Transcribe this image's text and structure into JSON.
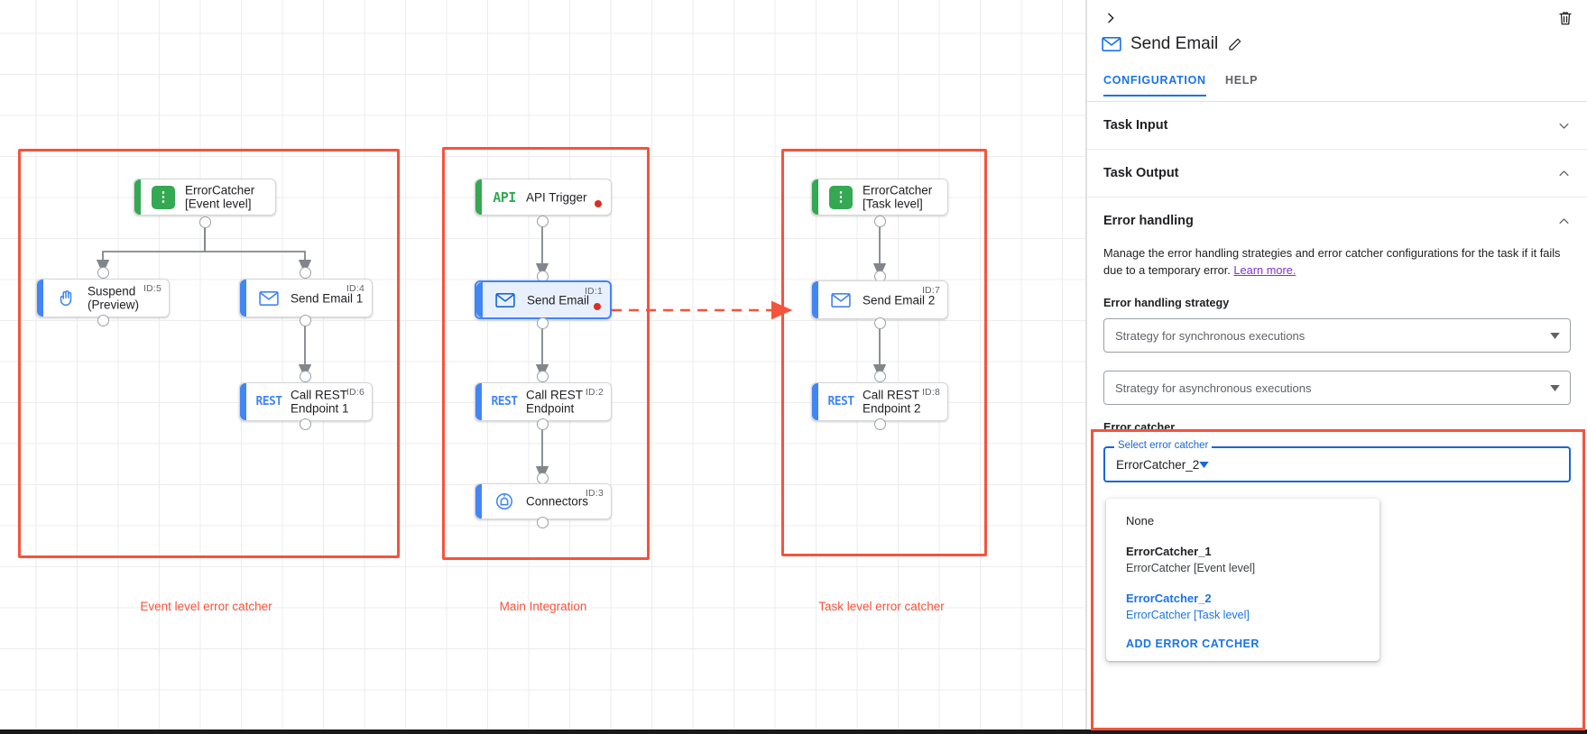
{
  "canvas": {
    "groups": [
      {
        "id": "event-level",
        "caption": "Event level error catcher"
      },
      {
        "id": "main-integration",
        "caption": "Main Integration"
      },
      {
        "id": "task-level",
        "caption": "Task level error catcher"
      }
    ],
    "nodes": [
      {
        "key": "errorcatcher_event",
        "label": "ErrorCatcher\n[Event level]",
        "icon": "error-catcher-icon",
        "id_label": "",
        "accent": "green",
        "selected": false,
        "error_dot": false
      },
      {
        "key": "suspend_preview",
        "label": "Suspend\n(Preview)",
        "icon": "suspend-hand-icon",
        "id_label": "ID:5",
        "accent": "blue",
        "selected": false,
        "error_dot": false
      },
      {
        "key": "send_email_1",
        "label": "Send Email 1",
        "icon": "email-icon",
        "id_label": "ID:4",
        "accent": "blue",
        "selected": false,
        "error_dot": false
      },
      {
        "key": "call_rest_endpoint_1",
        "label": "Call REST\nEndpoint 1",
        "icon": "rest-icon",
        "id_label": "ID:6",
        "accent": "blue",
        "selected": false,
        "error_dot": false
      },
      {
        "key": "api_trigger",
        "label": "API Trigger",
        "icon": "api-icon",
        "id_label": "",
        "accent": "green",
        "selected": false,
        "error_dot": true
      },
      {
        "key": "send_email",
        "label": "Send Email",
        "icon": "email-icon",
        "id_label": "ID:1",
        "accent": "blue",
        "selected": true,
        "error_dot": true
      },
      {
        "key": "call_rest_endpoint",
        "label": "Call REST\nEndpoint",
        "icon": "rest-icon",
        "id_label": "ID:2",
        "accent": "blue",
        "selected": false,
        "error_dot": false
      },
      {
        "key": "connectors",
        "label": "Connectors",
        "icon": "connectors-icon",
        "id_label": "ID:3",
        "accent": "blue",
        "selected": false,
        "error_dot": false
      },
      {
        "key": "errorcatcher_task",
        "label": "ErrorCatcher\n[Task level]",
        "icon": "error-catcher-icon",
        "id_label": "",
        "accent": "green",
        "selected": false,
        "error_dot": false
      },
      {
        "key": "send_email_2",
        "label": "Send Email 2",
        "icon": "email-icon",
        "id_label": "ID:7",
        "accent": "blue",
        "selected": false,
        "error_dot": false
      },
      {
        "key": "call_rest_endpoint_2",
        "label": "Call REST\nEndpoint 2",
        "icon": "rest-icon",
        "id_label": "ID:8",
        "accent": "blue",
        "selected": false,
        "error_dot": false
      }
    ],
    "icon_text": {
      "api": "API",
      "rest": "REST"
    }
  },
  "panel": {
    "title": "Send Email",
    "tabs": [
      {
        "key": "configuration",
        "label": "CONFIGURATION",
        "active": true
      },
      {
        "key": "help",
        "label": "HELP",
        "active": false
      }
    ],
    "sections": [
      {
        "key": "task_input",
        "title": "Task Input",
        "expanded": false
      },
      {
        "key": "task_output",
        "title": "Task Output",
        "expanded": true
      },
      {
        "key": "error_handling",
        "title": "Error handling",
        "expanded": true
      }
    ],
    "error_handling": {
      "description": "Manage the error handling strategies and error catcher configurations for the task if it fails due to a temporary error.",
      "learn_more": "Learn more.",
      "strategy_label": "Error handling strategy",
      "sync_placeholder": "Strategy for synchronous executions",
      "async_placeholder": "Strategy for asynchronous executions",
      "error_catcher_label": "Error catcher",
      "select_float_label": "Select error catcher",
      "selected_value": "ErrorCatcher_2"
    },
    "dropdown": {
      "options": [
        {
          "title": "None",
          "subtitle": "",
          "selected": false,
          "bold": false
        },
        {
          "title": "ErrorCatcher_1",
          "subtitle": "ErrorCatcher [Event level]",
          "selected": false,
          "bold": true
        },
        {
          "title": "ErrorCatcher_2",
          "subtitle": "ErrorCatcher [Task level]",
          "selected": true,
          "bold": true
        }
      ],
      "add_label": "ADD ERROR CATCHER"
    }
  },
  "colors": {
    "accent_blue": "#1a73e8",
    "highlight_red": "#f4543c",
    "node_green": "#34a853",
    "node_blue": "#4285f4",
    "error_dot": "#d93025",
    "link_purple": "#8430ce"
  }
}
